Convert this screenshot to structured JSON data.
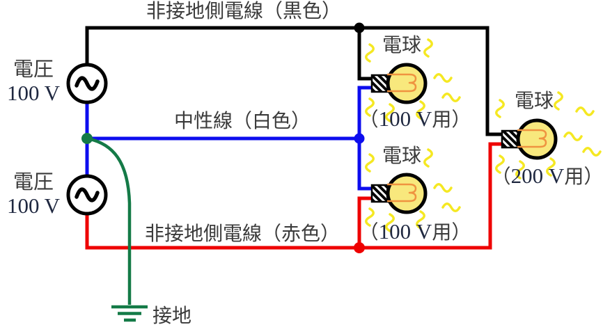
{
  "diagram": {
    "wire_labels": {
      "top": "非接地側電線（黒色）",
      "neutral": "中性線（白色）",
      "bottom": "非接地側電線（赤色）"
    },
    "sources": [
      {
        "label": "電圧",
        "value": "100 V"
      },
      {
        "label": "電圧",
        "value": "100 V"
      }
    ],
    "bulbs": [
      {
        "label": "電球",
        "rating_pre": "（",
        "rating_value": "100 V",
        "rating_post": "用）"
      },
      {
        "label": "電球",
        "rating_pre": "（",
        "rating_value": "100 V",
        "rating_post": "用）"
      },
      {
        "label": "電球",
        "rating_pre": "（",
        "rating_value": "200 V",
        "rating_post": "用）"
      }
    ],
    "ground_label": "接地",
    "colors": {
      "black_wire": "#000000",
      "neutral_wire": "#0d0dee",
      "red_wire": "#ee0000",
      "ground_wire": "#147a47",
      "bulb_fill": "#f8e87d",
      "filament": "#ef9340",
      "glow": "#f5e822",
      "label_text": "#3b3b3b",
      "value_text": "#1f2840"
    }
  }
}
